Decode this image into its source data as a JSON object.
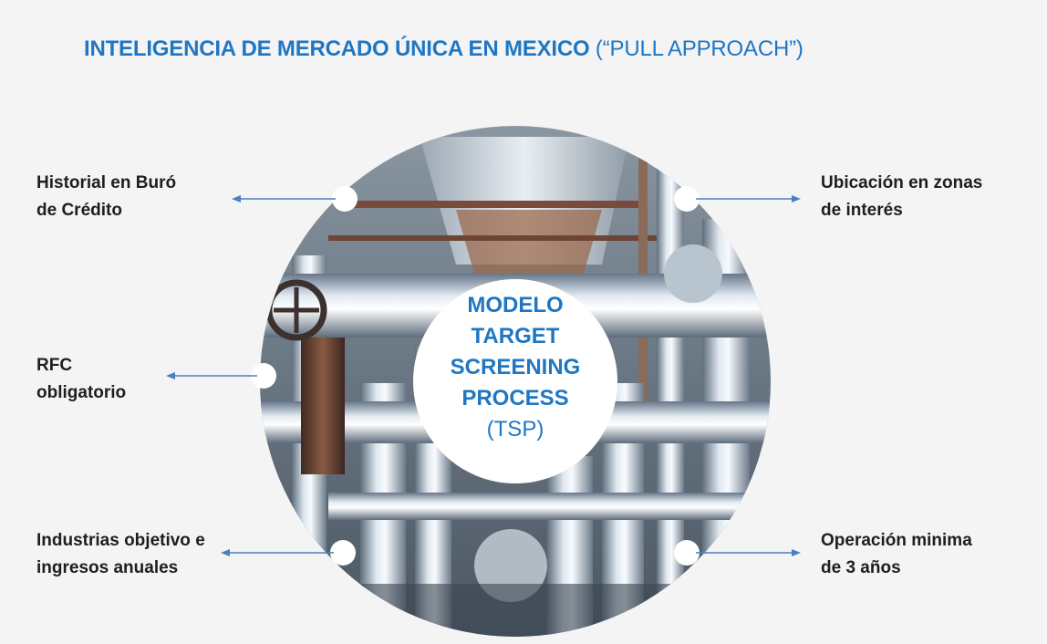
{
  "title": {
    "bold": "INTELIGENCIA DE MERCADO ÚNICA EN MEXICO",
    "light": "(“PULL APPROACH”)"
  },
  "center": {
    "line1": "MODELO",
    "line2": "TARGET",
    "line3": "SCREENING",
    "line4": "PROCESS",
    "line5": "(TSP)"
  },
  "criteria": {
    "left_top": {
      "line1": "Historial en Buró",
      "line2": "de Crédito"
    },
    "left_mid": {
      "line1": "RFC",
      "line2": "obligatorio"
    },
    "left_bottom": {
      "line1": "Industrias objetivo e",
      "line2": "ingresos anuales"
    },
    "right_top": {
      "line1": "Ubicación en zonas",
      "line2": "de interés"
    },
    "right_bottom": {
      "line1": "Operación minima",
      "line2": "de 3 años"
    }
  },
  "colors": {
    "accent": "#1f77c4",
    "arrow": "#4a7fc0",
    "text": "#1e1e1e",
    "background": "#f4f4f4"
  },
  "image": {
    "icon": "industrial-pipes-photo"
  }
}
